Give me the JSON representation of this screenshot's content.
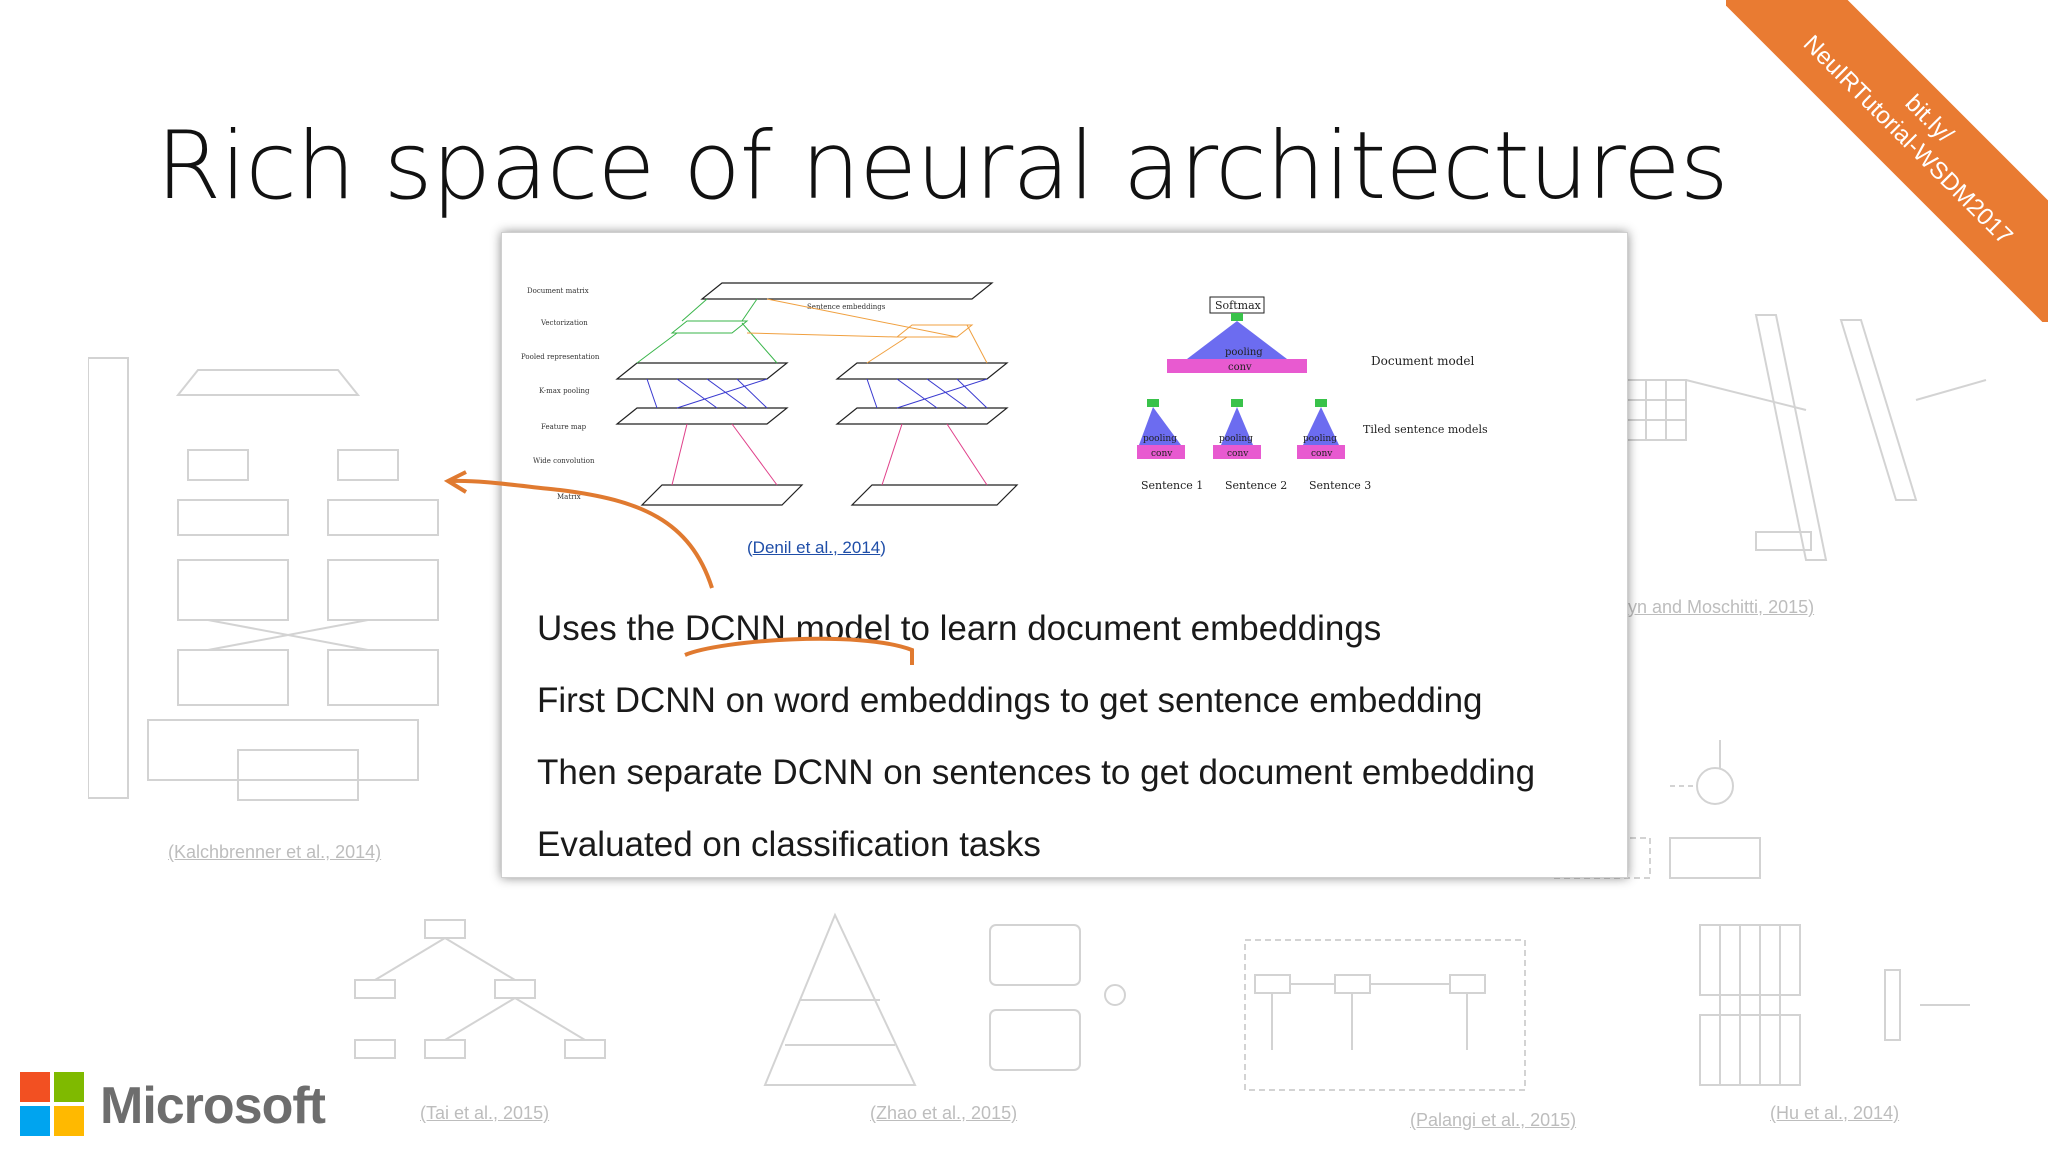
{
  "slide": {
    "title": "Rich space of neural architectures",
    "ribbon": {
      "line1": "bit.ly/",
      "line2": "NeuIRTutorial-WSDM2017",
      "color": "#e97b32"
    }
  },
  "card": {
    "citation": "Denil et al., 2014",
    "bullets": [
      "Uses the DCNN model to learn document embeddings",
      "First DCNN on word embeddings to get sentence embedding",
      "Then separate DCNN on sentences to get document embedding",
      "Evaluated on classification tasks"
    ],
    "figure_left": {
      "labels": [
        "Document matrix",
        "Vectorization",
        "Pooled representation",
        "K-max pooling",
        "Feature map",
        "Wide convolution",
        "Matrix"
      ],
      "center_label": "Sentence embeddings"
    },
    "figure_right": {
      "top": "Softmax",
      "doc_pool": "pooling",
      "doc_conv": "conv",
      "doc_label": "Document model",
      "sentence_label": "Tiled sentence models",
      "pool": "pooling",
      "conv": "conv",
      "sentences": [
        "Sentence 1",
        "Sentence 2",
        "Sentence 3"
      ]
    },
    "annotation_color": "#e07a30"
  },
  "background_citations": {
    "kalchbrenner": "(Kalchbrenner et al., 2014)",
    "severyn": "yn and Moschitti, 2015)",
    "tai": "(Tai et al., 2015)",
    "zhao": "(Zhao et al., 2015)",
    "palangi": "(Palangi et al., 2015)",
    "hu": "(Hu et al., 2014)"
  },
  "brand": {
    "name": "Microsoft",
    "colors": [
      "#f25022",
      "#7fba00",
      "#00a4ef",
      "#ffb900"
    ]
  }
}
